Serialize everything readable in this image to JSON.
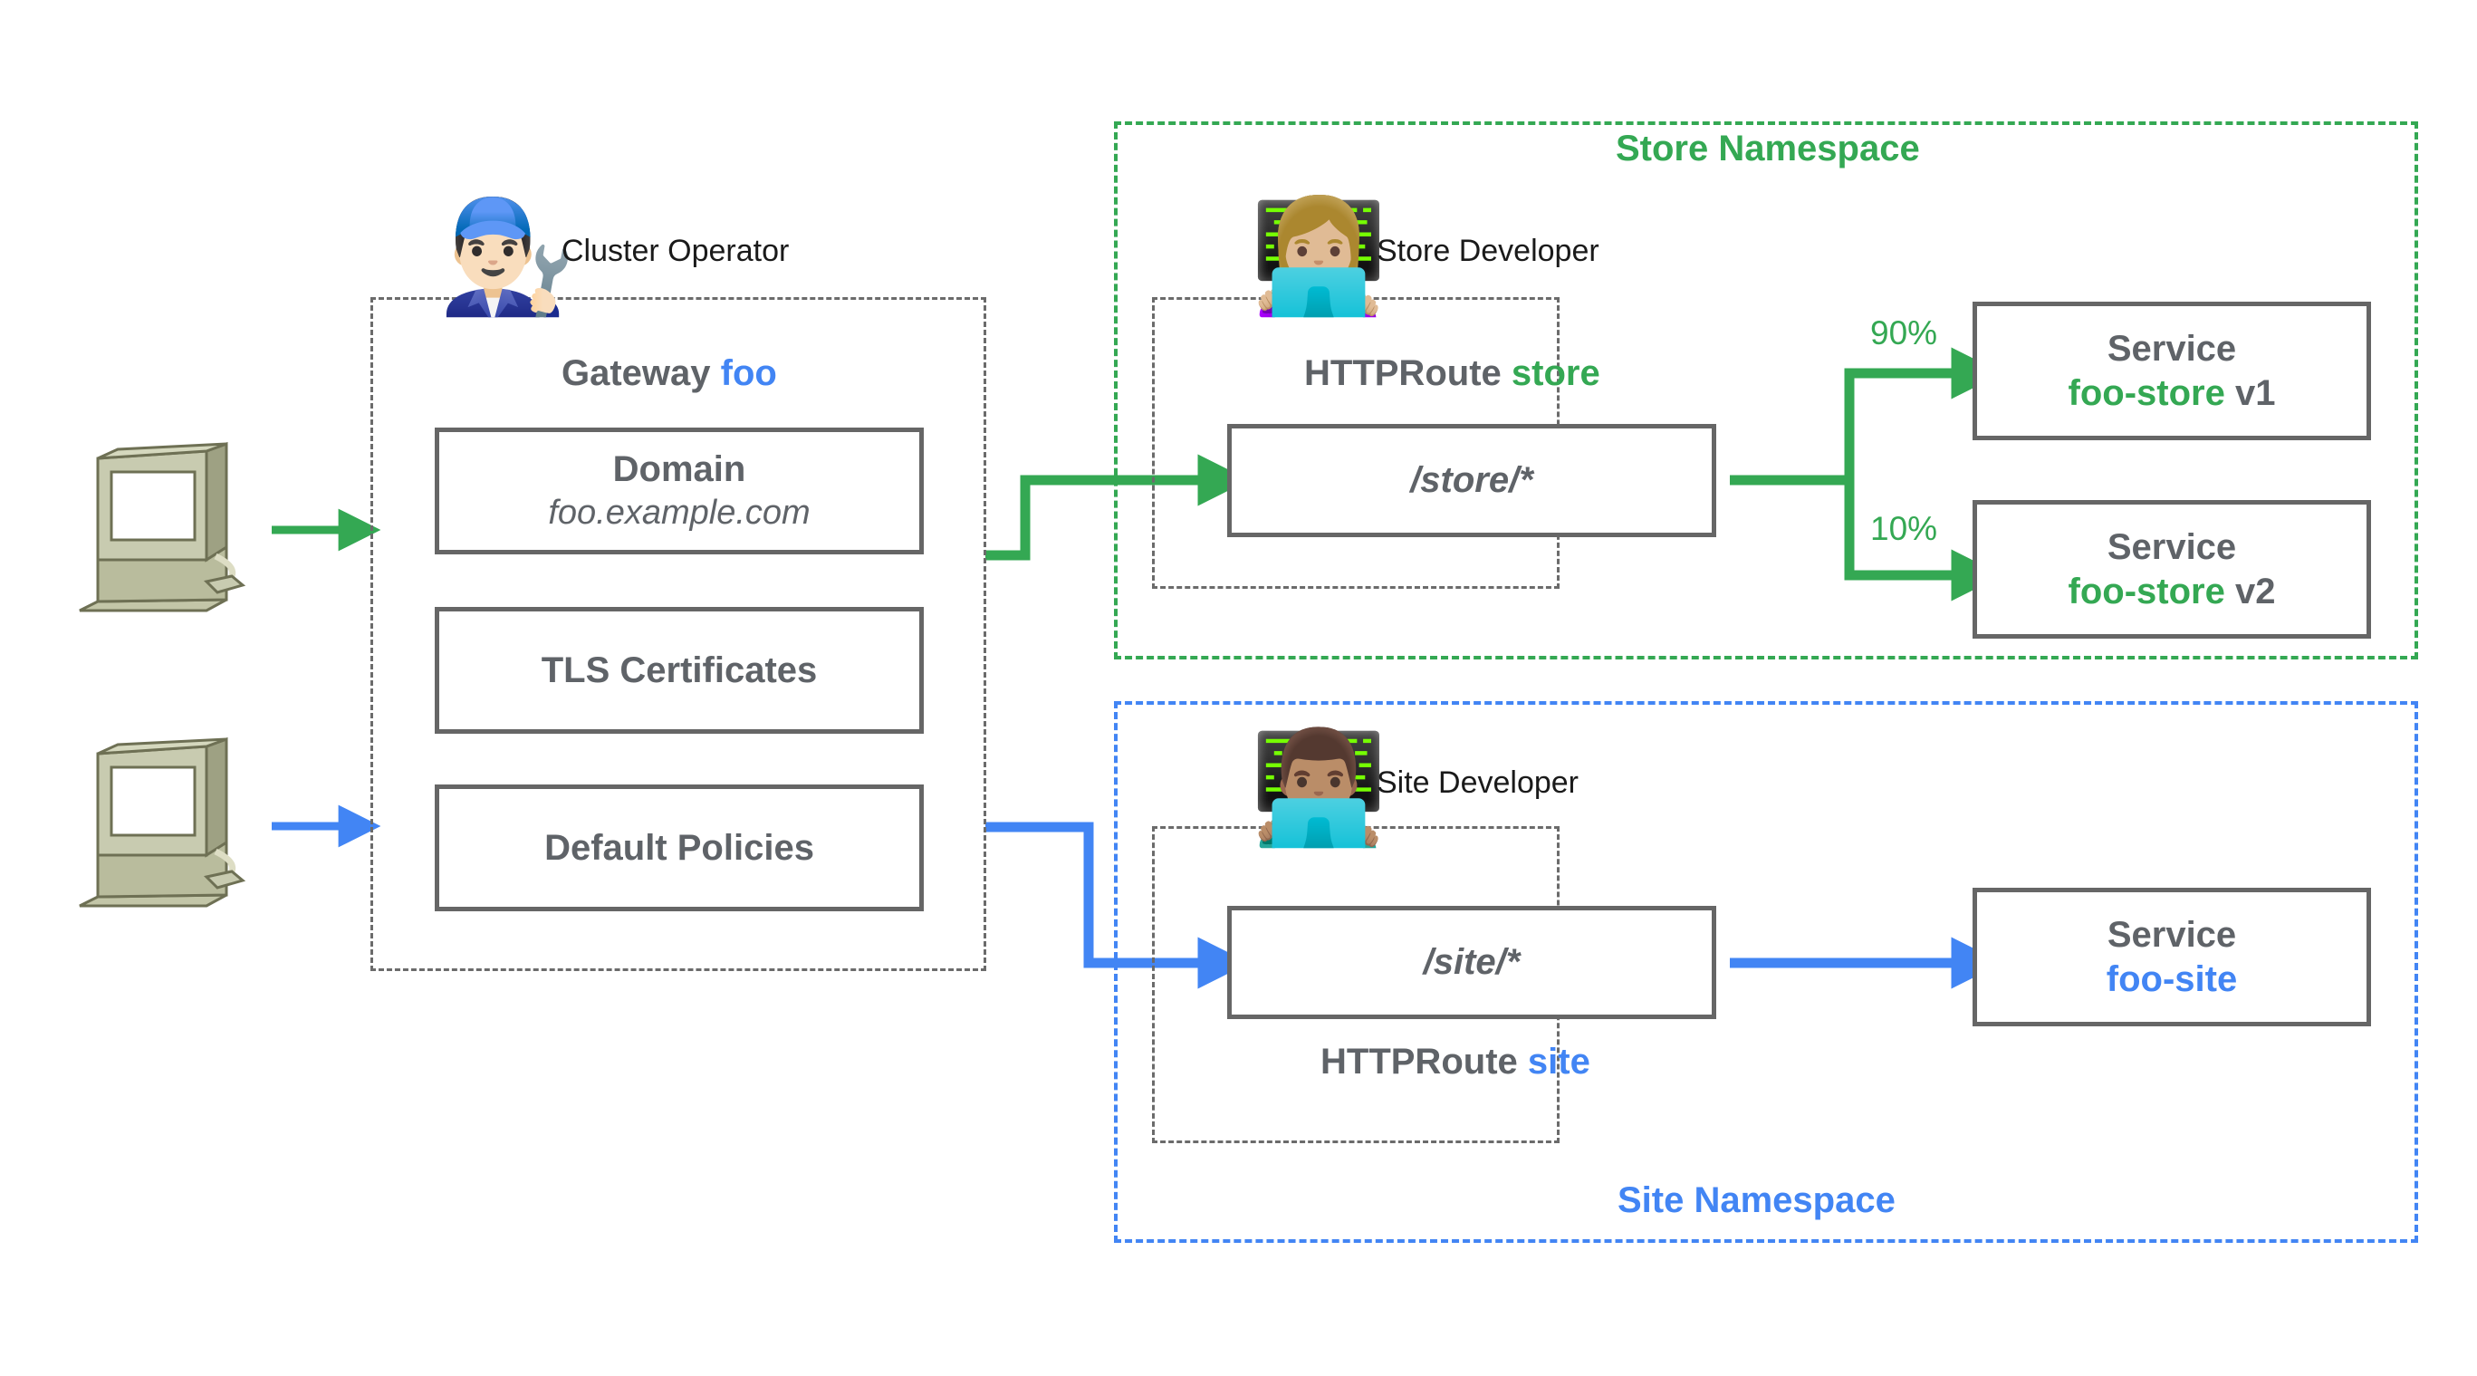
{
  "diagram": {
    "title": "Kubernetes Gateway API role-oriented diagram",
    "colors": {
      "green": "#34a853",
      "blue": "#4285f4",
      "grey_text": "#5f6368",
      "box_border": "#666666",
      "dashed_grey": "#6b6b6b",
      "background": "#ffffff"
    }
  },
  "clients": [
    {
      "name": "client-computer-top",
      "icon": "computer-icon",
      "arrow_color": "#34a853"
    },
    {
      "name": "client-computer-bottom",
      "icon": "computer-icon",
      "arrow_color": "#4285f4"
    }
  ],
  "gateway": {
    "persona": "Cluster Operator",
    "persona_icon": "mechanic-person-icon",
    "title_prefix": "Gateway",
    "title_name": "foo",
    "items": [
      {
        "title": "Domain",
        "subtitle": "foo.example.com"
      },
      {
        "title": "TLS Certificates",
        "subtitle": ""
      },
      {
        "title": "Default Policies",
        "subtitle": ""
      }
    ]
  },
  "store_namespace": {
    "label": "Store Namespace",
    "persona": "Store Developer",
    "persona_icon": "woman-technologist-icon",
    "route_prefix": "HTTPRoute",
    "route_name": "store",
    "route_path": "/store/*",
    "backends": [
      {
        "weight": "90%",
        "title": "Service",
        "name": "foo-store",
        "version": "v1"
      },
      {
        "weight": "10%",
        "title": "Service",
        "name": "foo-store",
        "version": "v2"
      }
    ]
  },
  "site_namespace": {
    "label": "Site Namespace",
    "persona": "Site Developer",
    "persona_icon": "man-technologist-icon",
    "route_prefix": "HTTPRoute",
    "route_name": "site",
    "route_path": "/site/*",
    "backends": [
      {
        "title": "Service",
        "name": "foo-site",
        "version": ""
      }
    ]
  }
}
